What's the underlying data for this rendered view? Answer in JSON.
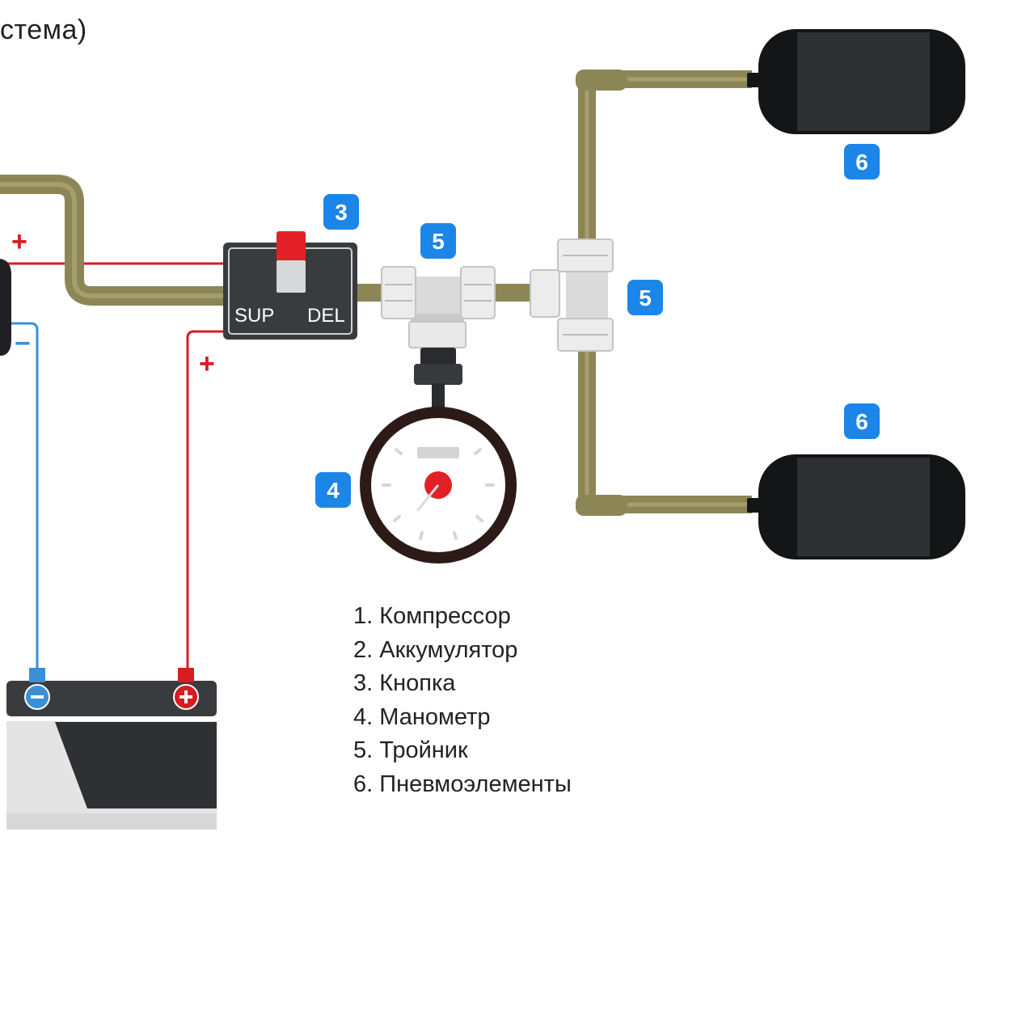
{
  "title_fragment": "стема)",
  "switch": {
    "left_label": "SUP",
    "right_label": "DEL"
  },
  "polarity": {
    "plus": "+",
    "minus": "−"
  },
  "badges": {
    "switch": "3",
    "tee_horizontal": "5",
    "tee_vertical": "5",
    "gauge": "4",
    "air_bag_top": "6",
    "air_bag_bottom": "6"
  },
  "legend": [
    "1. Компрессор",
    "2. Аккумулятор",
    "3. Кнопка",
    "4. Манометр",
    "5. Тройник",
    "6. Пневмоэлементы"
  ],
  "colors": {
    "hose": "#8c8657",
    "hose_dark": "#6e693f",
    "wire_red": "#d71c22",
    "wire_blue": "#3b8fd6",
    "badge_blue": "#1c85e8",
    "device_dark": "#3a3b3e",
    "air_bag": "#2b2c30",
    "fitting": "#e2e3e2"
  },
  "icons": [
    "push-button-icon",
    "pressure-gauge-icon",
    "battery-icon",
    "tee-fitting-icon",
    "air-bag-icon"
  ]
}
